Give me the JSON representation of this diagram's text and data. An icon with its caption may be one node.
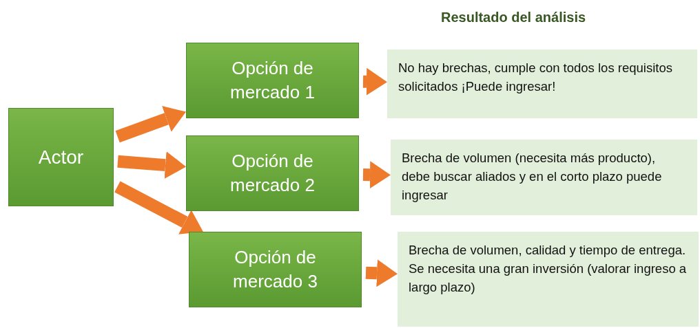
{
  "diagram": {
    "title": "Resultado del análisis",
    "nodes": [
      {
        "text": [
          "Actor"
        ]
      },
      {
        "text": [
          "Opción de mercado 1"
        ]
      },
      {
        "text": [
          "No hay brechas, cumple con todos los requisitos solicitados ¡Puede ingresar!"
        ]
      },
      {
        "text": [
          "Opción de mercado 2"
        ]
      },
      {
        "text": [
          "Brecha de volumen (necesita más producto), debe buscar aliados y en el corto plazo puede ingresar"
        ]
      },
      {
        "text": [
          "Opción de mercado 3"
        ]
      },
      {
        "text": [
          "Brecha de volumen, calidad y tiempo de entrega. Se necesita una gran inversión (valorar ingreso a largo plazo)"
        ]
      }
    ],
    "edges": [
      {
        "from": 0,
        "to": 1,
        "arrow": "to"
      },
      {
        "from": 0,
        "to": 3,
        "arrow": "to"
      },
      {
        "from": 0,
        "to": 5,
        "arrow": "to"
      },
      {
        "from": 1,
        "to": 2,
        "arrow": "to"
      },
      {
        "from": 3,
        "to": 4,
        "arrow": "to"
      },
      {
        "from": 5,
        "to": 6,
        "arrow": "to"
      }
    ]
  }
}
